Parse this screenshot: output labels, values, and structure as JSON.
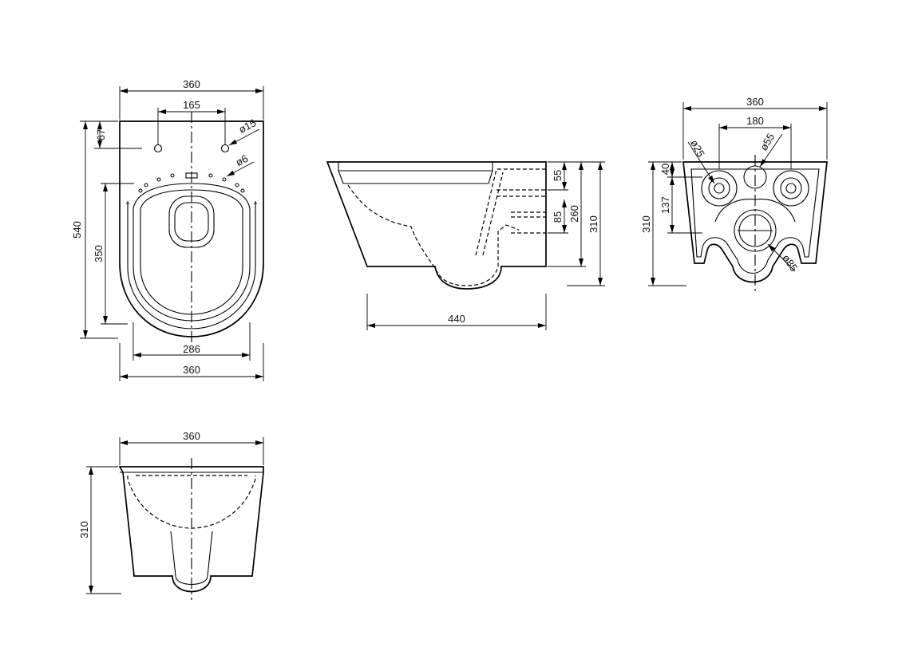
{
  "views": {
    "top": {
      "width_top": "360",
      "hole_spacing": "165",
      "side_67": "67",
      "hole_dia": "ø15",
      "small_dia": "ø6",
      "length": "540",
      "seat_len": "350",
      "inner_width": "286",
      "width_bottom": "360"
    },
    "side": {
      "dim_55": "55",
      "dim_85": "85",
      "dim_260": "260",
      "height": "310",
      "depth": "440"
    },
    "back": {
      "width": "360",
      "bolt_spacing": "180",
      "dia_25": "ø25",
      "dia_55": "ø55",
      "dim_40": "40",
      "dim_137": "137",
      "height": "310",
      "dia_85": "ø85"
    },
    "front": {
      "width": "360",
      "height": "310"
    }
  }
}
